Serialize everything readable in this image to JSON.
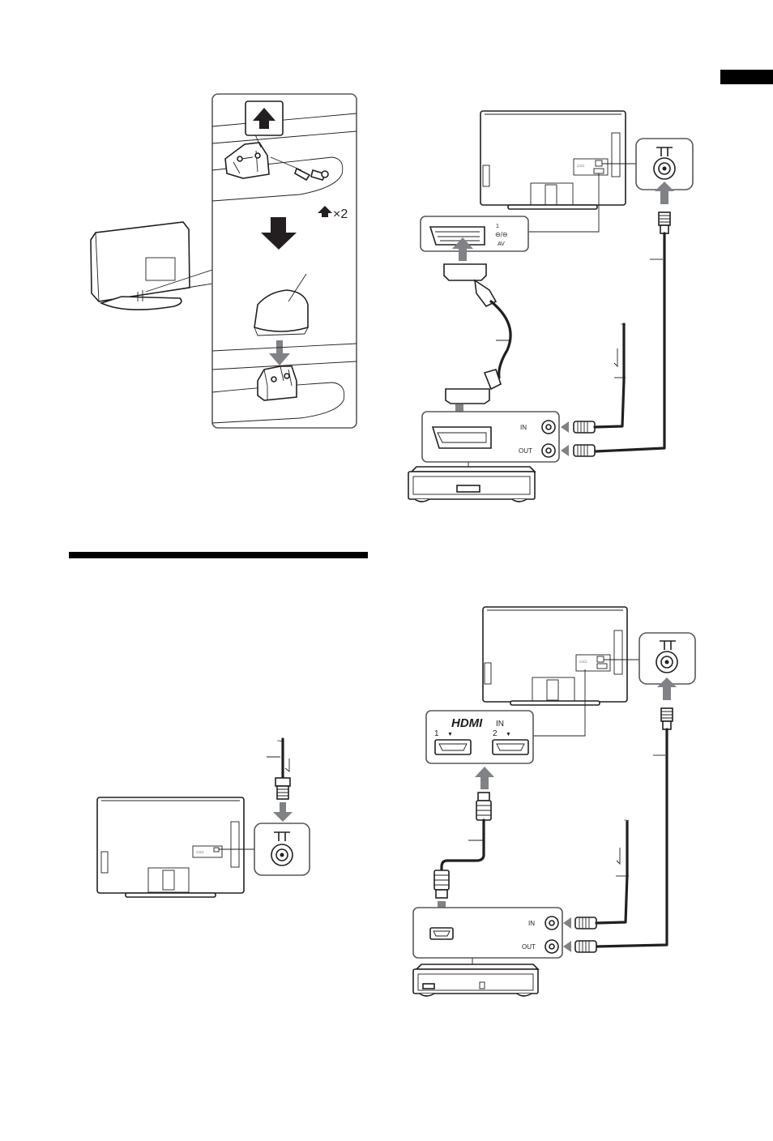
{
  "page": {
    "tab_label": ""
  },
  "stand_removal": {
    "screw_count_label": "×2"
  },
  "scart_connection": {
    "av_port_number": "1",
    "av_port_label": "AV",
    "in_label": "IN",
    "out_label": "OUT"
  },
  "hdmi_connection": {
    "hdmi_logo": "HDMI",
    "hdmi_in_label": "IN",
    "hdmi_port_1": "1",
    "hdmi_port_2": "2",
    "in_label": "IN",
    "out_label": "OUT"
  },
  "icons": [
    "up-arrow-icon",
    "down-arrow-icon",
    "antenna-symbol-icon"
  ],
  "colors": {
    "ink": "#231f20",
    "arrow_grey": "#808285",
    "callout_border": "#58595b",
    "section_rule": "#000000"
  }
}
